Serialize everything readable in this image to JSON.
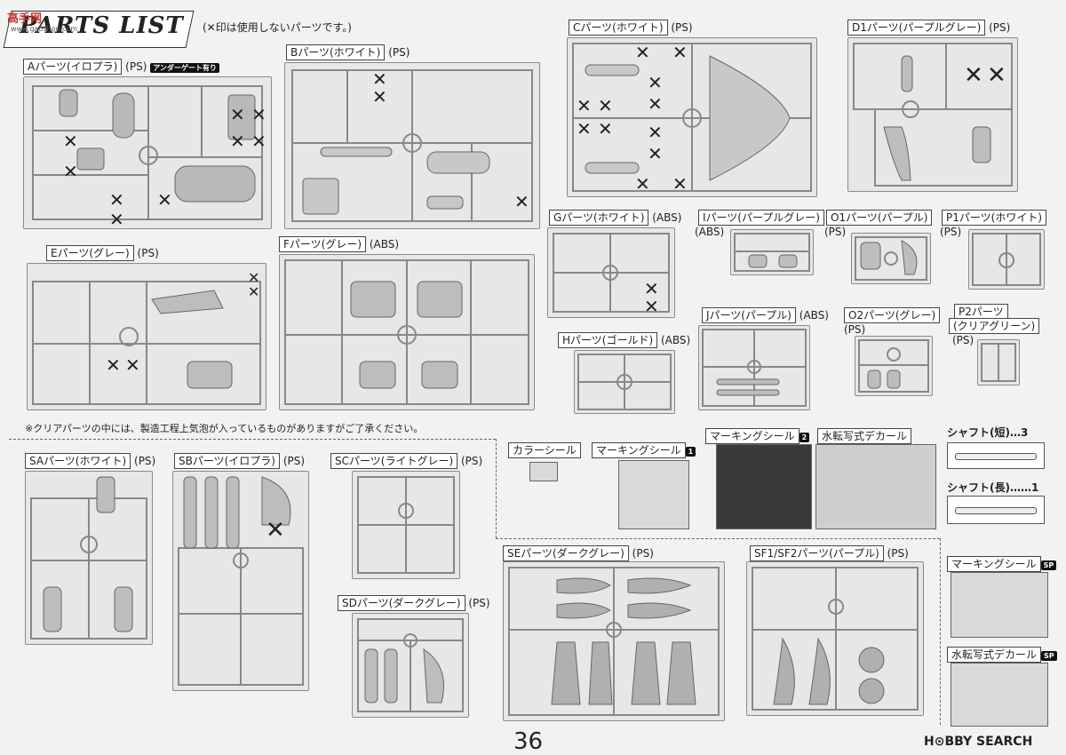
{
  "header": {
    "title": "PARTS LIST",
    "note": "(✕印は使用しないパーツです。)",
    "watermark": "高手网",
    "watermark_sub": "www.gaoshou.com"
  },
  "runners": [
    {
      "id": "A",
      "label": "Aパーツ(イロプラ)",
      "material": "(PS)",
      "badge": "アンダーゲート有り"
    },
    {
      "id": "B",
      "label": "Bパーツ(ホワイト)",
      "material": "(PS)"
    },
    {
      "id": "C",
      "label": "Cパーツ(ホワイト)",
      "material": "(PS)"
    },
    {
      "id": "D1",
      "label": "D1パーツ(パープルグレー)",
      "material": "(PS)"
    },
    {
      "id": "E",
      "label": "Eパーツ(グレー)",
      "material": "(PS)"
    },
    {
      "id": "F",
      "label": "Fパーツ(グレー)",
      "material": "(ABS)"
    },
    {
      "id": "G",
      "label": "Gパーツ(ホワイト)",
      "material": "(ABS)"
    },
    {
      "id": "I",
      "label": "Iパーツ(パープルグレー)",
      "material": "(ABS)"
    },
    {
      "id": "O1",
      "label": "O1パーツ(パープル)",
      "material": "(PS)"
    },
    {
      "id": "P1",
      "label": "P1パーツ(ホワイト)",
      "material": "(PS)"
    },
    {
      "id": "H",
      "label": "Hパーツ(ゴールド)",
      "material": "(ABS)"
    },
    {
      "id": "J",
      "label": "Jパーツ(パープル)",
      "material": "(ABS)"
    },
    {
      "id": "O2",
      "label": "O2パーツ(グレー)",
      "material": "(PS)"
    },
    {
      "id": "P2",
      "label": "P2パーツ",
      "label2": "(クリアグリーン)",
      "material": "(PS)"
    },
    {
      "id": "SA",
      "label": "SAパーツ(ホワイト)",
      "material": "(PS)"
    },
    {
      "id": "SB",
      "label": "SBパーツ(イロプラ)",
      "material": "(PS)"
    },
    {
      "id": "SC",
      "label": "SCパーツ(ライトグレー)",
      "material": "(PS)"
    },
    {
      "id": "SD",
      "label": "SDパーツ(ダークグレー)",
      "material": "(PS)"
    },
    {
      "id": "SE",
      "label": "SEパーツ(ダークグレー)",
      "material": "(PS)"
    },
    {
      "id": "SF",
      "label": "SF1/SF2パーツ(パープル)",
      "material": "(PS)"
    }
  ],
  "clear_note": "※クリアパーツの中には、製造工程上気泡が入っているものがありますがご了承ください。",
  "stickers": {
    "color_seal": "カラーシール",
    "marking1": "マーキングシール",
    "marking1_num": "1",
    "marking2": "マーキングシール",
    "marking2_num": "2",
    "decal": "水転写式デカール",
    "marking_sp": "マーキングシール",
    "marking_sp_tag": "SP",
    "decal_sp": "水転写式デカール",
    "decal_sp_tag": "SP"
  },
  "shafts": {
    "short": "シャフト(短)…3",
    "long": "シャフト(長)……1"
  },
  "footer": {
    "page": "36",
    "brand": "H⊙BBY SEARCH"
  },
  "mark_symbol": "✕"
}
